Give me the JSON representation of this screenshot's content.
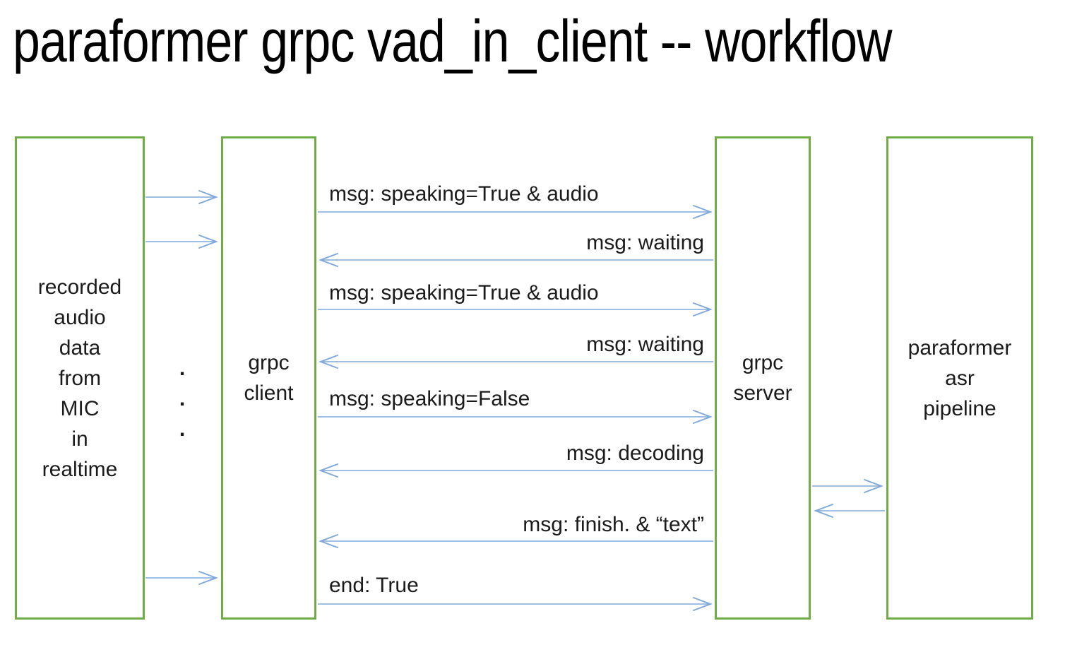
{
  "title": "paraformer grpc vad_in_client -- workflow",
  "colors": {
    "box_border": "#70AD47",
    "arrow": "#7FA9DA",
    "text": "#1b1b1b",
    "background": "#ffffff"
  },
  "boxes": {
    "mic": {
      "label": "recorded\naudio\ndata\nfrom\nMIC\nin\nrealtime"
    },
    "client": {
      "label": "grpc\nclient"
    },
    "server": {
      "label": "grpc\nserver"
    },
    "pipeline": {
      "label": "paraformer\nasr\npipeline"
    }
  },
  "ellipsis": {
    "dots": ".\n.\n."
  },
  "messages": [
    {
      "text": "msg: speaking=True & audio",
      "direction": "client-to-server"
    },
    {
      "text": "msg: waiting",
      "direction": "server-to-client"
    },
    {
      "text": "msg: speaking=True & audio",
      "direction": "client-to-server"
    },
    {
      "text": "msg: waiting",
      "direction": "server-to-client"
    },
    {
      "text": "msg: speaking=False",
      "direction": "client-to-server"
    },
    {
      "text": "msg: decoding",
      "direction": "server-to-client"
    },
    {
      "text": "msg: finish. &  “text”",
      "direction": "server-to-client"
    },
    {
      "text": "end: True",
      "direction": "client-to-server"
    }
  ]
}
